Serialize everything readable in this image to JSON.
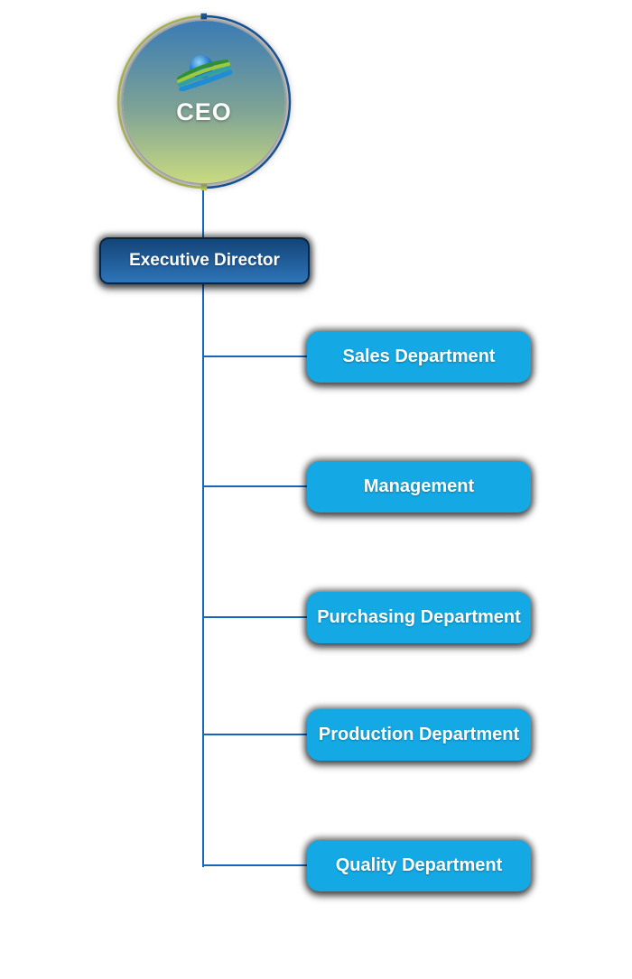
{
  "org": {
    "ceo": {
      "label": "CEO"
    },
    "executive": {
      "label": "Executive Director"
    },
    "departments": [
      {
        "label": "Sales Department"
      },
      {
        "label": "Management"
      },
      {
        "label": "Purchasing Department"
      },
      {
        "label": "Production Department"
      },
      {
        "label": "Quality Department"
      }
    ]
  },
  "colors": {
    "department_fill": "#14a9e4",
    "connector": "#1565be",
    "executive_top": "#134478",
    "executive_bottom": "#2e74b8",
    "executive_border": "#0a2540",
    "ring_left": "#c9d563",
    "ring_right": "#1c64b2",
    "ceo_gradient_top": "#3a7bb5",
    "ceo_gradient_bottom": "#c9da80",
    "logo_band_green": "#2f9033",
    "logo_band_light_green": "#9cc93e",
    "logo_band_teal": "#2ba3a6",
    "logo_band_blue": "#1e8ed4",
    "label_text": "#ffffff"
  }
}
